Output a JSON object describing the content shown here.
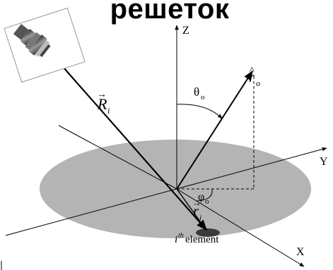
{
  "title": "решеток",
  "labels": {
    "z_axis": "Z",
    "y_axis": "Y",
    "x_axis": "X",
    "r_hat_o": "r",
    "r_hat_o_hat": "^",
    "r_hat_o_sub": "o",
    "theta_o": "θ",
    "theta_o_sub": "o",
    "phi_o": "φ",
    "phi_o_sub": "o",
    "R_i": "R",
    "R_i_arrow": "→",
    "R_i_sub": "i",
    "r_i": "r",
    "r_i_arrow": "→",
    "r_i_sub": "i",
    "element_i": "i",
    "element_sup": "th",
    "element_text": " element"
  },
  "colors": {
    "plane": "#b4b4b4",
    "element": "#3a3a3a",
    "lines": "#000000"
  },
  "icons": {
    "source": "horn-probe-icon"
  }
}
